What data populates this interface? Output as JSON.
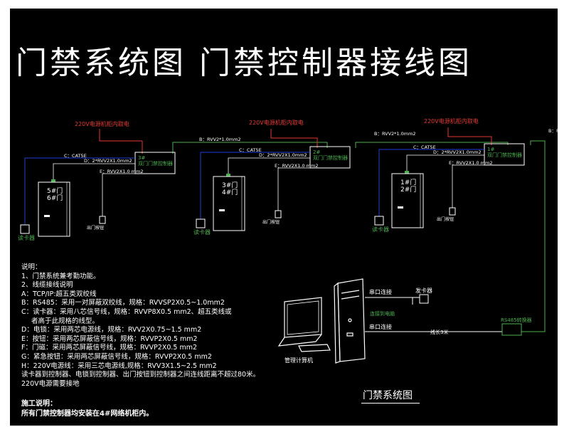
{
  "title": "门禁系统图  门禁控制器接线图",
  "power_label": "220V电源机柜内取电",
  "controllers": [
    "3#\n双门门禁控制器",
    "2#\n双门门禁控制器",
    "1#\n双门门禁控制器"
  ],
  "cable_b": "B：RVV2*1.0mm2",
  "cable_c": "C：CAT5E",
  "cable_d": "D：2*RVV2X1.0mm2",
  "cable_e": "E：RVV2X1.0 mm2",
  "doors": [
    {
      "top": "5#门",
      "bottom": "6#门"
    },
    {
      "top": "3#门",
      "bottom": "4#门"
    },
    {
      "top": "1#门",
      "bottom": "2#门"
    }
  ],
  "reader_label": "读卡器",
  "exit_button_label": "出门按钮",
  "pc_label": "管理计算机",
  "serial_1": "串口连接",
  "serial_2": "串口连接",
  "card_issuer": "发卡器",
  "rs485_converter": "RS485转换器",
  "connect_pc": "连接到电脑",
  "line_length": "线长3米",
  "notes": [
    "说明：",
    "1、门禁系统兼考勤功能。",
    "2、线缆接线说明",
    "A：TCP/IP:超五类双绞线",
    "B：RS485：采用一对屏蔽双绞线，规格：RVVSP2X0.5~1.0mm2",
    "C：读卡器：采用八芯信号线，规格：RVVP8X0.5 mm2、超五类线或",
    "者高于此规格的线型。",
    "D：电锁：采用两芯电源线，规格：RVV2X0.75~1.5 mm2",
    "E：按钮：采用两芯屏蔽信号线，规格：RVVP2X0.5 mm2",
    "F：门磁：采用两芯屏蔽信号线，规格：RVVP2X0.5 mm2",
    "G：紧急按钮：采用两芯屏蔽信号线，规格：RVVP2X0.5 mm2",
    "H：220V电源线：采用三芯电源线,规格：RVV3X1.5~2.5 mm2",
    "读卡器到控制器、电锁到控制器、出门按钮到控制器之间连线距离不超过80米。",
    "220V电源需要接地"
  ],
  "system_label": "门禁系统图",
  "work_title": "施工说明：",
  "work_text": "所有门禁控制器均安装在4#网络机柜内。"
}
